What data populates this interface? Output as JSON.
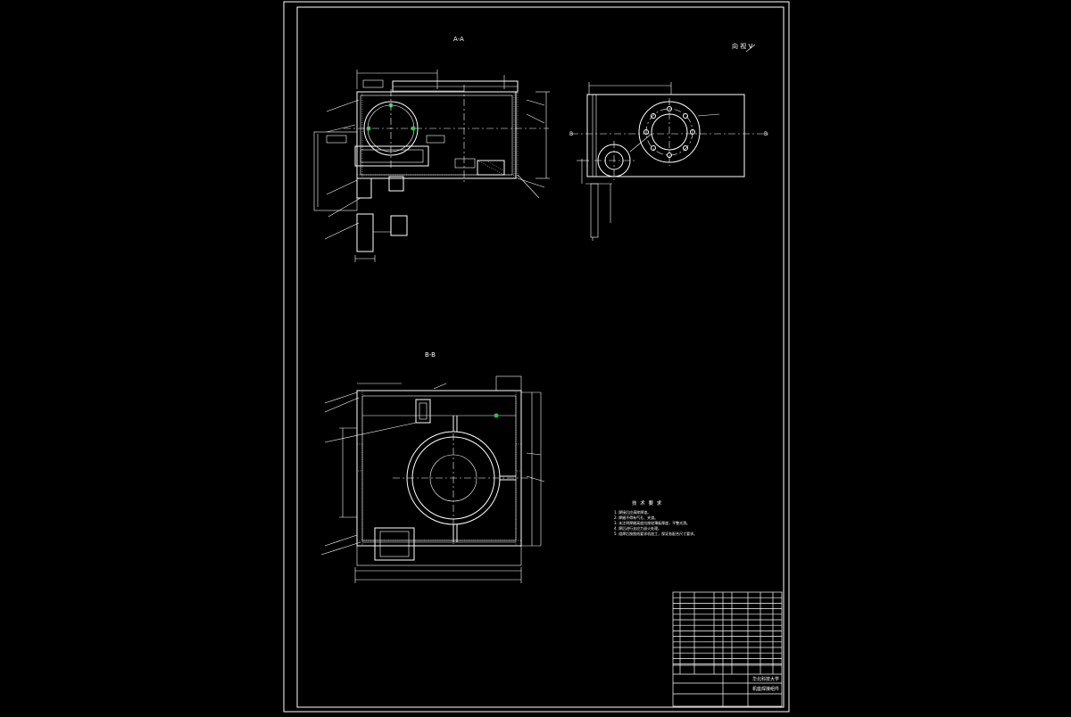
{
  "colors": {
    "background": "#000000",
    "line": "#ffffff",
    "marker": "#2fbf4f"
  },
  "views": {
    "section_aa": {
      "label": "A-A"
    },
    "view_direction": {
      "label": "向 视 V"
    },
    "section_bb": {
      "label": "B-B"
    }
  },
  "tech_requirements": {
    "title": "技 术 要 求",
    "items": [
      "1. 焊接后应清除焊渣。",
      "2. 焊缝不得有气孔、夹渣。",
      "3. 未注明焊缝高度均按较薄板厚度，平整光滑。",
      "4. 焊后进行去应力退火处理。",
      "5. 组焊后按图纸要求机加工，保证各配合尺寸要求。"
    ]
  },
  "title_block": {
    "university": "华北科技大学",
    "drawing_name": "机座焊接组件"
  }
}
